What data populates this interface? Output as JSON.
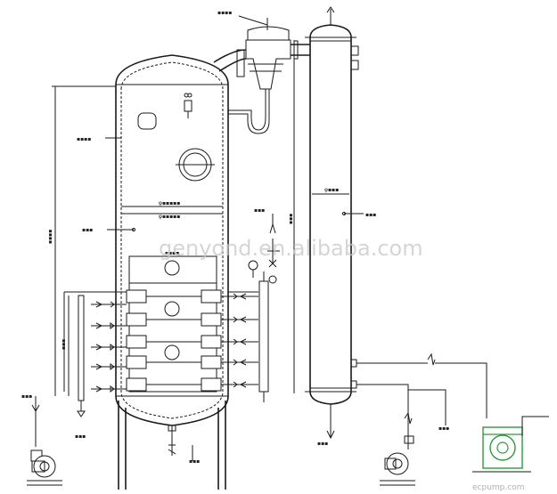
{
  "labels": {
    "top_right_vent": "▪▪▪▪",
    "vessel_inner_dia": "φ▪▪▪▪▪",
    "vessel_outer_dia": "φ▪▪▪▪▪",
    "height_dim": "▪▪▪▪",
    "left_nozzle_note": "▪▪▪▪",
    "left_tag": "▪▪▪",
    "column_dia": "φ▪▪▪",
    "column_height": "▪▪▪",
    "column_label": "▪▪▪",
    "feed_label": "▪▪▪",
    "inlet_label": "▪▪▪",
    "outlet_left": "▪▪▪",
    "outlet_bottom": "▪▪▪",
    "pump_note": "▪▪▪",
    "small_dim": "▪▪▪",
    "inner_dim": "▪▪▪▪"
  },
  "watermark": "genyond.en.alibaba.com",
  "watermark_small": "ecpump.com",
  "colors": {
    "line": "#1a1a1a",
    "pump_accent": "#2e9a3c",
    "watermark": "#c8c8c8"
  }
}
